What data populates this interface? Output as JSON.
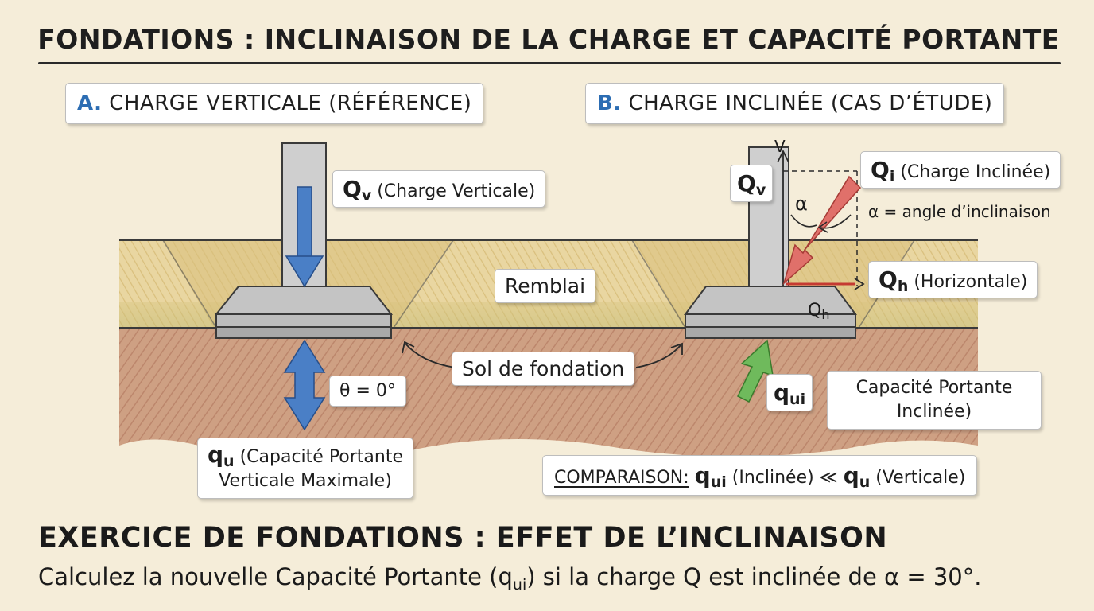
{
  "title": "FONDATIONS : INCLINAISON DE LA CHARGE ET CAPACITÉ PORTANTE",
  "panel_a": {
    "letter": "A.",
    "heading": "CHARGE VERTICALE (RÉFÉRENCE)",
    "qv_symbol": "Q",
    "qv_sub": "v",
    "qv_text": "(Charge Verticale)",
    "theta": "θ = 0°",
    "qu_symbol": "q",
    "qu_sub": "u",
    "qu_text_line1": "(Capacité Portante",
    "qu_text_line2": "Verticale Maximale)"
  },
  "panel_b": {
    "letter": "B.",
    "heading": "CHARGE INCLINÉE (CAS D’ÉTUDE)",
    "v_label": "V",
    "qv_symbol": "Q",
    "qv_sub": "v",
    "alpha": "α",
    "qi_symbol": "Q",
    "qi_sub": "i",
    "qi_text": "(Charge Inclinée)",
    "alpha_text": "α = angle d’inclinaison",
    "qh_symbol": "Q",
    "qh_sub": "h",
    "qh_text": "(Horizontale)",
    "qh_small_symbol": "Q",
    "qh_small_sub": "h",
    "qui_symbol": "q",
    "qui_sub": "ui",
    "qui_text_line1": "Capacité Portante",
    "qui_text_line2": "Inclinée)"
  },
  "remblai": "Remblai",
  "sol": "Sol de fondation",
  "comparison": {
    "key": "COMPARAISON:",
    "qui_symbol": "q",
    "qui_sub": "ui",
    "middle": "(Inclinée) ≪",
    "qu_symbol": "q",
    "qu_sub": "u",
    "end": "(Verticale)"
  },
  "exercise": {
    "title": "EXERCICE DE FONDATIONS : EFFET DE L’INCLINAISON",
    "q_before": "Calculez la nouvelle Capacité Portante (q",
    "q_sub": "ui",
    "q_after": ") si la charge Q est inclinée de α = 30°."
  },
  "colors": {
    "background": "#f5edd9",
    "backfill": "#e6d39a",
    "soil": "#c9987a",
    "concrete": "#c8c8c8",
    "arrow_blue": "#4a7fc6",
    "arrow_red": "#e0706a",
    "arrow_green": "#6fba5c",
    "accent_letter": "#2c6db3"
  }
}
